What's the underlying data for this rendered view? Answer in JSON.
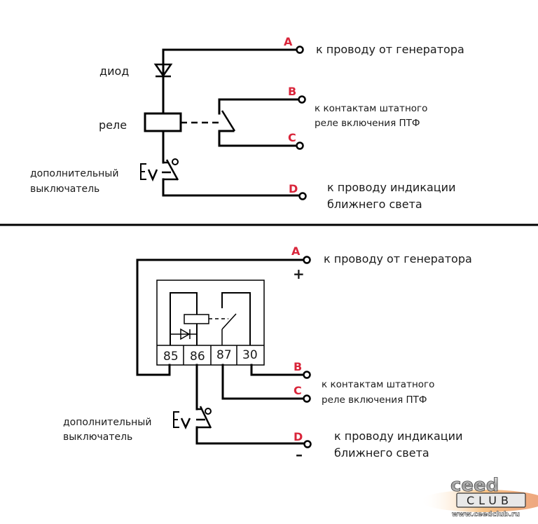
{
  "top_diagram": {
    "labels": {
      "diode": "диод",
      "relay": "реле",
      "switch_line1": "дополнительный",
      "switch_line2": "выключатель"
    },
    "terminals": [
      {
        "id": "A",
        "desc_line1": "к проводу от генератора",
        "desc_line2": ""
      },
      {
        "id": "B",
        "desc_line1": "к контактам штатного",
        "desc_line2": "реле включения ПТФ"
      },
      {
        "id": "C",
        "desc_line1": "",
        "desc_line2": ""
      },
      {
        "id": "D",
        "desc_line1": "к проводу индикации",
        "desc_line2": "ближнего света"
      }
    ]
  },
  "bottom_diagram": {
    "labels": {
      "switch_line1": "дополнительный",
      "switch_line2": "выключатель",
      "plus": "+",
      "minus": "–"
    },
    "relay_pins": [
      "85",
      "86",
      "87",
      "30"
    ],
    "terminals": [
      {
        "id": "A",
        "desc_line1": "к проводу от генератора",
        "desc_line2": ""
      },
      {
        "id": "B",
        "desc_line1": "к контактам штатного",
        "desc_line2": "реле включения ПТФ"
      },
      {
        "id": "C",
        "desc_line1": "",
        "desc_line2": ""
      },
      {
        "id": "D",
        "desc_line1": "к проводу индикации",
        "desc_line2": "ближнего света"
      }
    ]
  },
  "watermark": {
    "brand_top": "ceed",
    "brand_bottom": "CLUB",
    "url": "www.ceedclub.ru"
  },
  "colors": {
    "terminal_label": "#d9253a",
    "wire": "#000000"
  }
}
